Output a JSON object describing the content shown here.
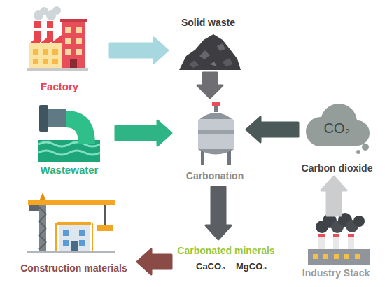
{
  "diagram": {
    "nodes": [
      {
        "text": [
          "Factory"
        ]
      },
      {
        "text": [
          "Solid waste"
        ]
      },
      {
        "text": [
          "Wastewater"
        ]
      },
      {
        "text": [
          "Carbonation"
        ]
      },
      {
        "text": [
          "CO₂",
          "Carbon dioxide"
        ]
      },
      {
        "text": [
          "Construction materials"
        ]
      },
      {
        "text": [
          "Carbonated minerals",
          "CaCO₃",
          "MgCO₃"
        ]
      },
      {
        "text": [
          "Industry Stack"
        ]
      }
    ],
    "edges": [
      {
        "from": 0,
        "to": 1,
        "arrow": "to"
      },
      {
        "from": 1,
        "to": 3,
        "arrow": "to"
      },
      {
        "from": 2,
        "to": 3,
        "arrow": "to"
      },
      {
        "from": 4,
        "to": 3,
        "arrow": "to"
      },
      {
        "from": 7,
        "to": 4,
        "arrow": "to"
      },
      {
        "from": 3,
        "to": 6,
        "arrow": "to"
      },
      {
        "from": 6,
        "to": 5,
        "arrow": "to"
      }
    ]
  }
}
